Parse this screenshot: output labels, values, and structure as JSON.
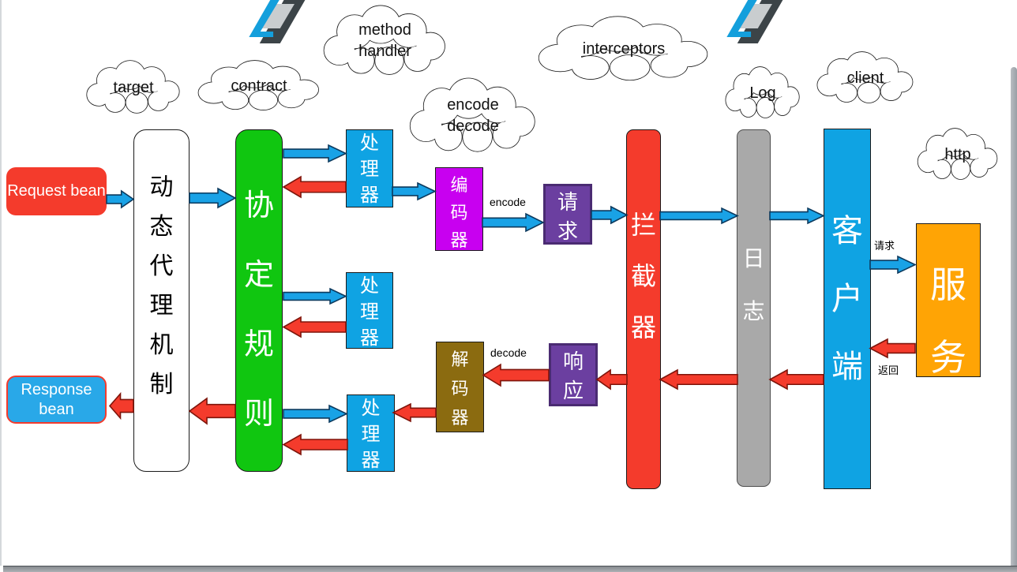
{
  "clouds": {
    "target": {
      "label": "target"
    },
    "contract": {
      "label": "contract"
    },
    "method_handler": {
      "label": "method\nhandler"
    },
    "encode_decode": {
      "label": "encode\ndecode"
    },
    "interceptors": {
      "label": "interceptors"
    },
    "log": {
      "label": "Log"
    },
    "client": {
      "label": "client"
    },
    "http": {
      "label": "http"
    }
  },
  "nodes": {
    "request_bean": {
      "label": "Request bean"
    },
    "response_bean": {
      "label": "Response bean"
    },
    "proxy": {
      "label": "动态代理机制"
    },
    "contract": {
      "label": "协定规则"
    },
    "handler1": {
      "label": "处理器"
    },
    "handler2": {
      "label": "处理器"
    },
    "handler3": {
      "label": "处理器"
    },
    "encoder": {
      "label": "编码器"
    },
    "decoder": {
      "label": "解码器"
    },
    "request_zh": {
      "label": "请求"
    },
    "response_zh": {
      "label": "响应"
    },
    "interceptor": {
      "label": "拦截器"
    },
    "log_bar": {
      "label": "日志"
    },
    "client_bar": {
      "label": "客户端"
    },
    "service": {
      "label": "服务"
    }
  },
  "labels": {
    "encode": "encode",
    "decode": "decode",
    "request_small": "请求",
    "return_small": "返回"
  },
  "colors": {
    "red": "#F43B2C",
    "response_blue": "#29A8E8",
    "green": "#10C610",
    "box_blue": "#0FA3E3",
    "magenta": "#C800F0",
    "purple": "#6B3FA0",
    "gray": "#A9A9A9",
    "orange": "#FFA405",
    "olive": "#8B6B10",
    "blue_arrow": "#19A2E6",
    "blue_arrow_stroke": "#0C3A5E",
    "red_arrow": "#F43B2C",
    "red_arrow_stroke": "#7E150B",
    "logo_blue": "#149FDC",
    "logo_gray": "#C9CDCF",
    "logo_dark": "#3C4448"
  }
}
